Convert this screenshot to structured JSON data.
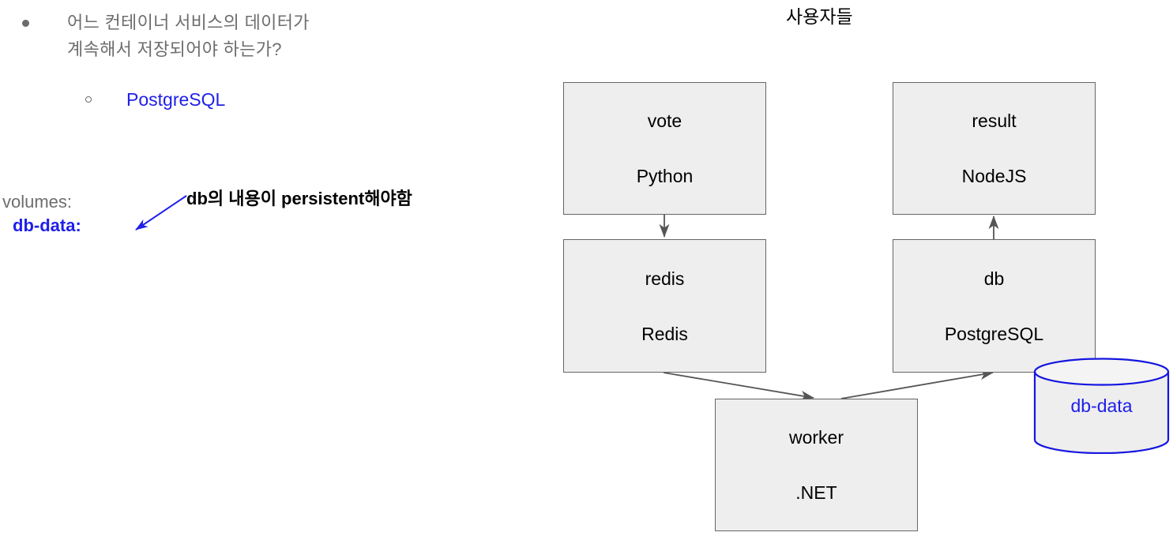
{
  "slide": {
    "bullet": {
      "text": "어느 컨테이너 서비스의 데이터가\n계속해서 저장되어야 하는가?",
      "sub_bullet": "PostgreSQL"
    },
    "yaml_snippet": {
      "volumes_key": "volumes:",
      "volume_name": "db-data:"
    },
    "annotation": "db의 내용이 persistent해야함"
  },
  "diagram": {
    "title": "사용자들",
    "nodes": [
      {
        "id": "vote",
        "name": "vote",
        "tech": "Python"
      },
      {
        "id": "result",
        "name": "result",
        "tech": "NodeJS"
      },
      {
        "id": "redis",
        "name": "redis",
        "tech": "Redis"
      },
      {
        "id": "db",
        "name": "db",
        "tech": "PostgreSQL"
      },
      {
        "id": "worker",
        "name": "worker",
        "tech": ".NET"
      }
    ],
    "volume": {
      "name": "db-data"
    },
    "edges": [
      {
        "from": "vote",
        "to": "redis"
      },
      {
        "from": "redis",
        "to": "worker"
      },
      {
        "from": "worker",
        "to": "db"
      },
      {
        "from": "db",
        "to": "result"
      }
    ]
  },
  "colors": {
    "accent_blue": "#2020e8",
    "muted_gray": "#6d6d6d",
    "box_fill": "#eeeeee",
    "box_stroke": "#666666",
    "edge_stroke": "#555555"
  }
}
